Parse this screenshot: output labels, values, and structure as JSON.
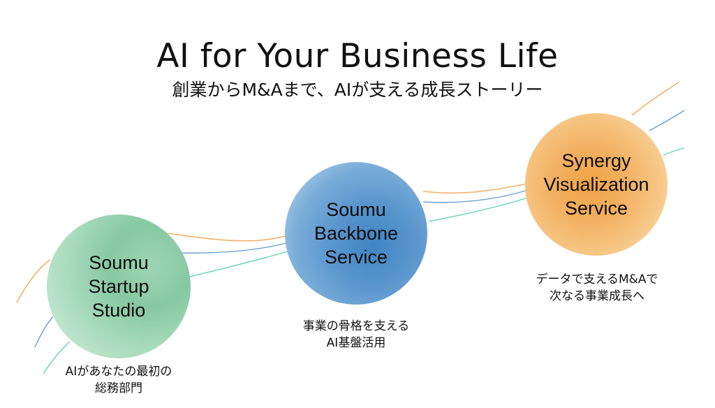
{
  "header": {
    "title": "AI for Your Business Life",
    "subtitle": "創業からM&Aまで、AIが支える成長ストーリー"
  },
  "colors": {
    "line_orange": "#f4b068",
    "line_blue": "#6b9fd1",
    "line_teal": "#5fd3b5",
    "green": "#86c9a2",
    "blue": "#4a8ac7",
    "orange": "#f2a44a"
  },
  "stages": [
    {
      "name": "Soumu Startup Studio",
      "label": "Soumu\nStartup\nStudio",
      "caption": "AIがあなたの最初の\n総務部門",
      "color": "green"
    },
    {
      "name": "Soumu Backbone Service",
      "label": "Soumu\nBackbone\nService",
      "caption": "事業の骨格を支える\nAI基盤活用",
      "color": "blue"
    },
    {
      "name": "Synergy Visualization Service",
      "label": "Synergy\nVisualization\nService",
      "caption": "データで支えるM&Aで\n次なる事業成長へ",
      "color": "orange"
    }
  ]
}
